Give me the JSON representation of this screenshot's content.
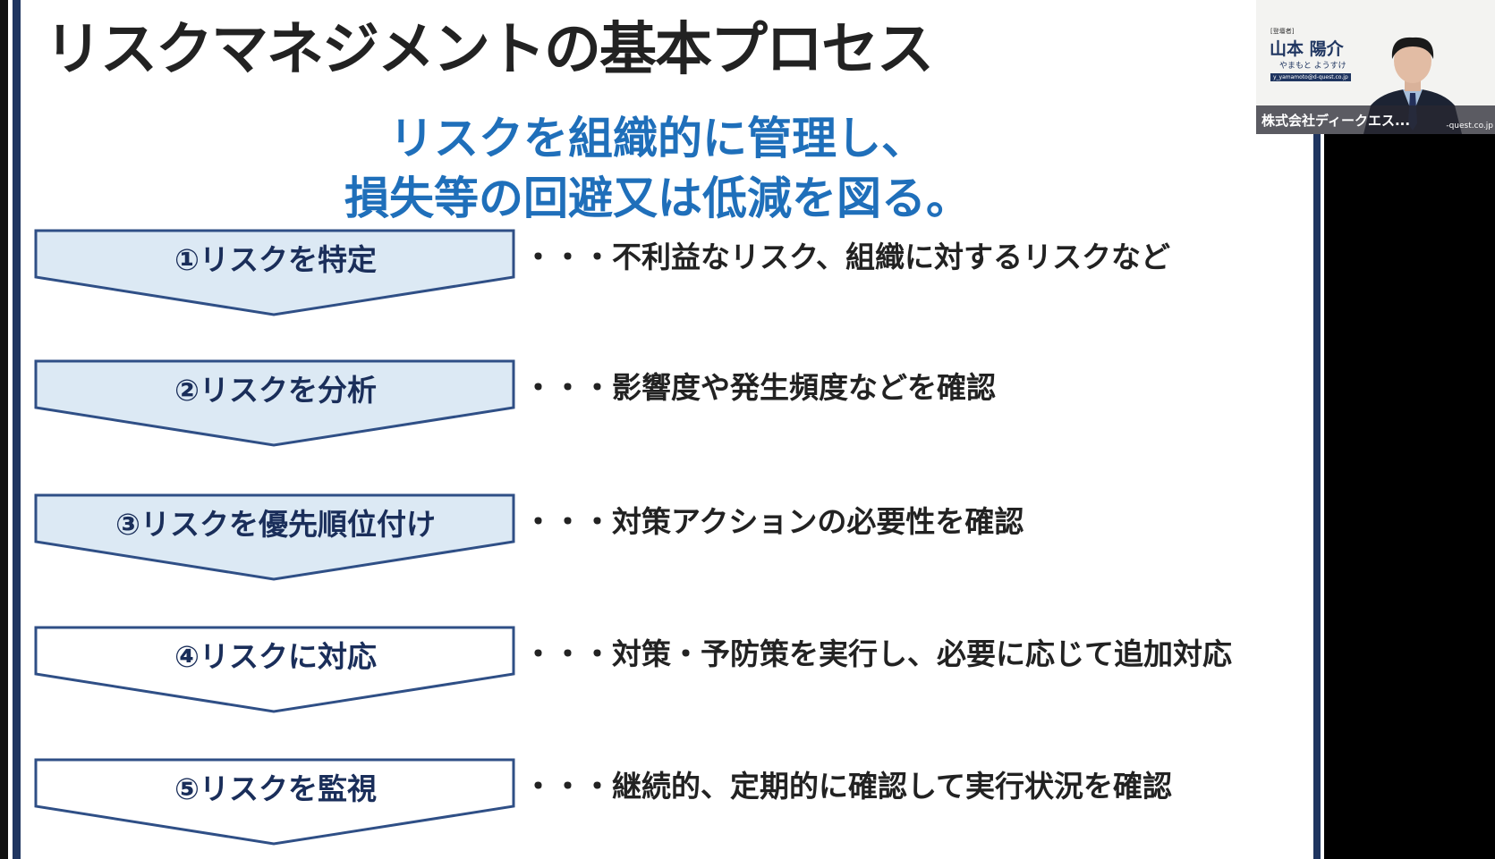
{
  "slide": {
    "title": "リスクマネジメントの基本プロセス",
    "subtitle_line1": "リスクを組織的に管理し、",
    "subtitle_line2": "損失等の回避又は低減を図る。",
    "steps": [
      {
        "label": "①リスクを特定",
        "desc": "・・・不利益なリスク、組織に対するリスクなど",
        "fill": "#dce9f4"
      },
      {
        "label": "②リスクを分析",
        "desc": "・・・影響度や発生頻度などを確認",
        "fill": "#dce9f4"
      },
      {
        "label": "③リスクを優先順位付け",
        "desc": "・・・対策アクションの必要性を確認",
        "fill": "#dce9f4"
      },
      {
        "label": "④リスクに対応",
        "desc": "・・・対策・予防策を実行し、必要に応じて追加対応",
        "fill": "#ffffff"
      },
      {
        "label": "⑤リスクを監視",
        "desc": "・・・継続的、定期的に確認して実行状況を確認",
        "fill": "#ffffff"
      }
    ]
  },
  "video": {
    "role": "[登壇者]",
    "name": "山本 陽介",
    "kana": "やまもと ようすけ",
    "email": "y_yamamoto@d-quest.co.jp",
    "caption": "株式会社ディークエス...",
    "domain_fragment": "-quest.co.jp"
  }
}
